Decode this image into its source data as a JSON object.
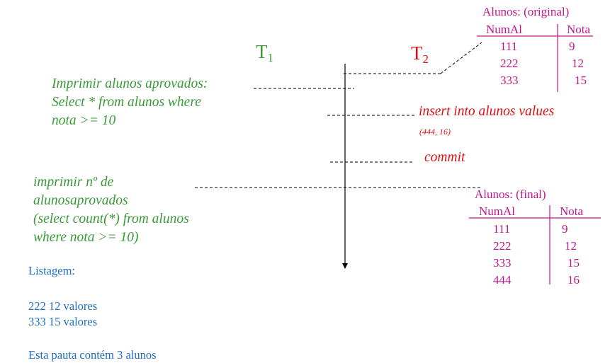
{
  "t1_label": "T",
  "t1_sub": "1",
  "t2_label": "T",
  "t2_sub": "2",
  "t1_steps": [
    {
      "lines": [
        "Imprimir alunos aprovados:",
        "Select * from alunos where",
        "nota >= 10"
      ]
    },
    {
      "lines": [
        "imprimir nº de",
        "alunosaprovados",
        "(select count(*) from alunos",
        "where nota >= 10)"
      ]
    }
  ],
  "t2_steps": {
    "insert": "insert into alunos values",
    "insert_values": "(444, 16)",
    "commit": "commit"
  },
  "original_table": {
    "title": "Alunos: (original)",
    "headers": [
      "NumAl",
      "Nota"
    ],
    "rows": [
      [
        "111",
        "9"
      ],
      [
        "222",
        "12"
      ],
      [
        "333",
        "15"
      ]
    ]
  },
  "final_table": {
    "title": "Alunos: (final)",
    "headers": [
      "NumAl",
      "Nota"
    ],
    "rows": [
      [
        "111",
        "9"
      ],
      [
        "222",
        "12"
      ],
      [
        "333",
        "15"
      ],
      [
        "444",
        "16"
      ]
    ]
  },
  "listing": {
    "title": "Listagem:",
    "lines": [
      "222 12 valores",
      "333 15 valores"
    ],
    "summary": "Esta pauta contém 3 alunos"
  },
  "colors": {
    "t1": "#3a9a3a",
    "t2": "#e01010",
    "tables": "#c0168c",
    "listing": "#1f6fc0"
  }
}
